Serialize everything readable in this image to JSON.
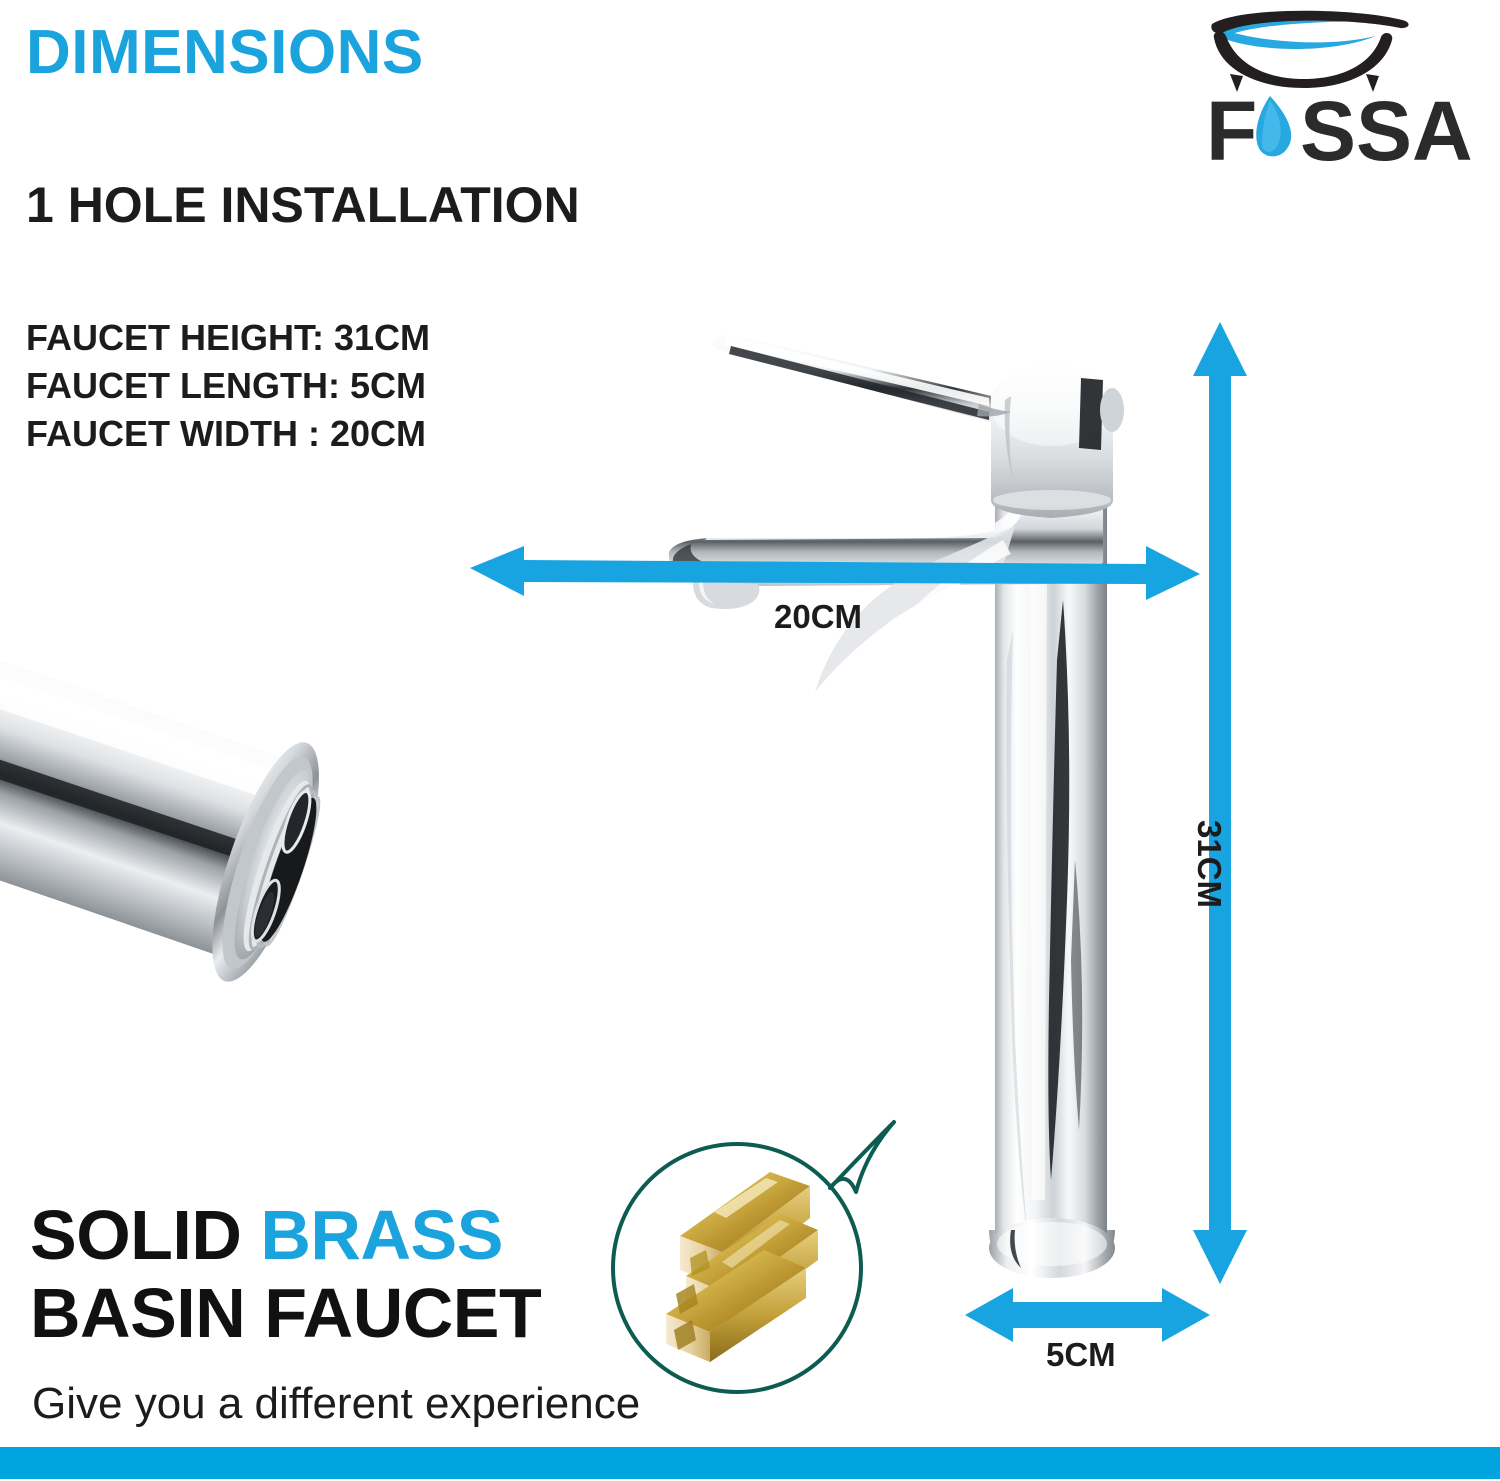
{
  "page": {
    "background_color": "#ffffff",
    "accent_blue": "#1aa3dc",
    "bar_blue": "#00a5df",
    "text_black": "#1c1c1c",
    "callout_teal": "#0d5c51"
  },
  "headings": {
    "dimensions": "DIMENSIONS",
    "installation": "1 HOLE INSTALLATION"
  },
  "specs": {
    "height": "FAUCET HEIGHT: 31CM",
    "length": "FAUCET LENGTH: 5CM",
    "width": "FAUCET WIDTH : 20CM"
  },
  "logo": {
    "wordmark_part1": "F",
    "wordmark_part2": "SSA",
    "full_name": "FOSSA",
    "tub_icon": "bathtub-wave-icon",
    "drop_icon": "water-drop-icon",
    "drop_color": "#27a8e0",
    "word_color": "#2b2b2b"
  },
  "dimension_labels": {
    "width": "20CM",
    "height": "31CM",
    "depth": "5CM"
  },
  "arrows": {
    "width_arrow": "double-headed-horizontal-arrow",
    "height_arrow": "double-headed-vertical-arrow",
    "depth_arrow": "double-headed-horizontal-arrow",
    "color": "#18a4e0"
  },
  "product": {
    "main_view": "tall-vessel-basin-faucet-side-view",
    "closeup_view": "faucet-base-threaded-inlet-closeup",
    "finish": "chrome"
  },
  "callout": {
    "icon": "brass-ingots-icon",
    "bubble": "circular-speech-bubble",
    "bubble_color": "#0d5c51"
  },
  "headline": {
    "line1_part1": "SOLID ",
    "line1_accent": "BRASS",
    "line2": "BASIN FAUCET",
    "tagline": "Give you a different experience"
  }
}
